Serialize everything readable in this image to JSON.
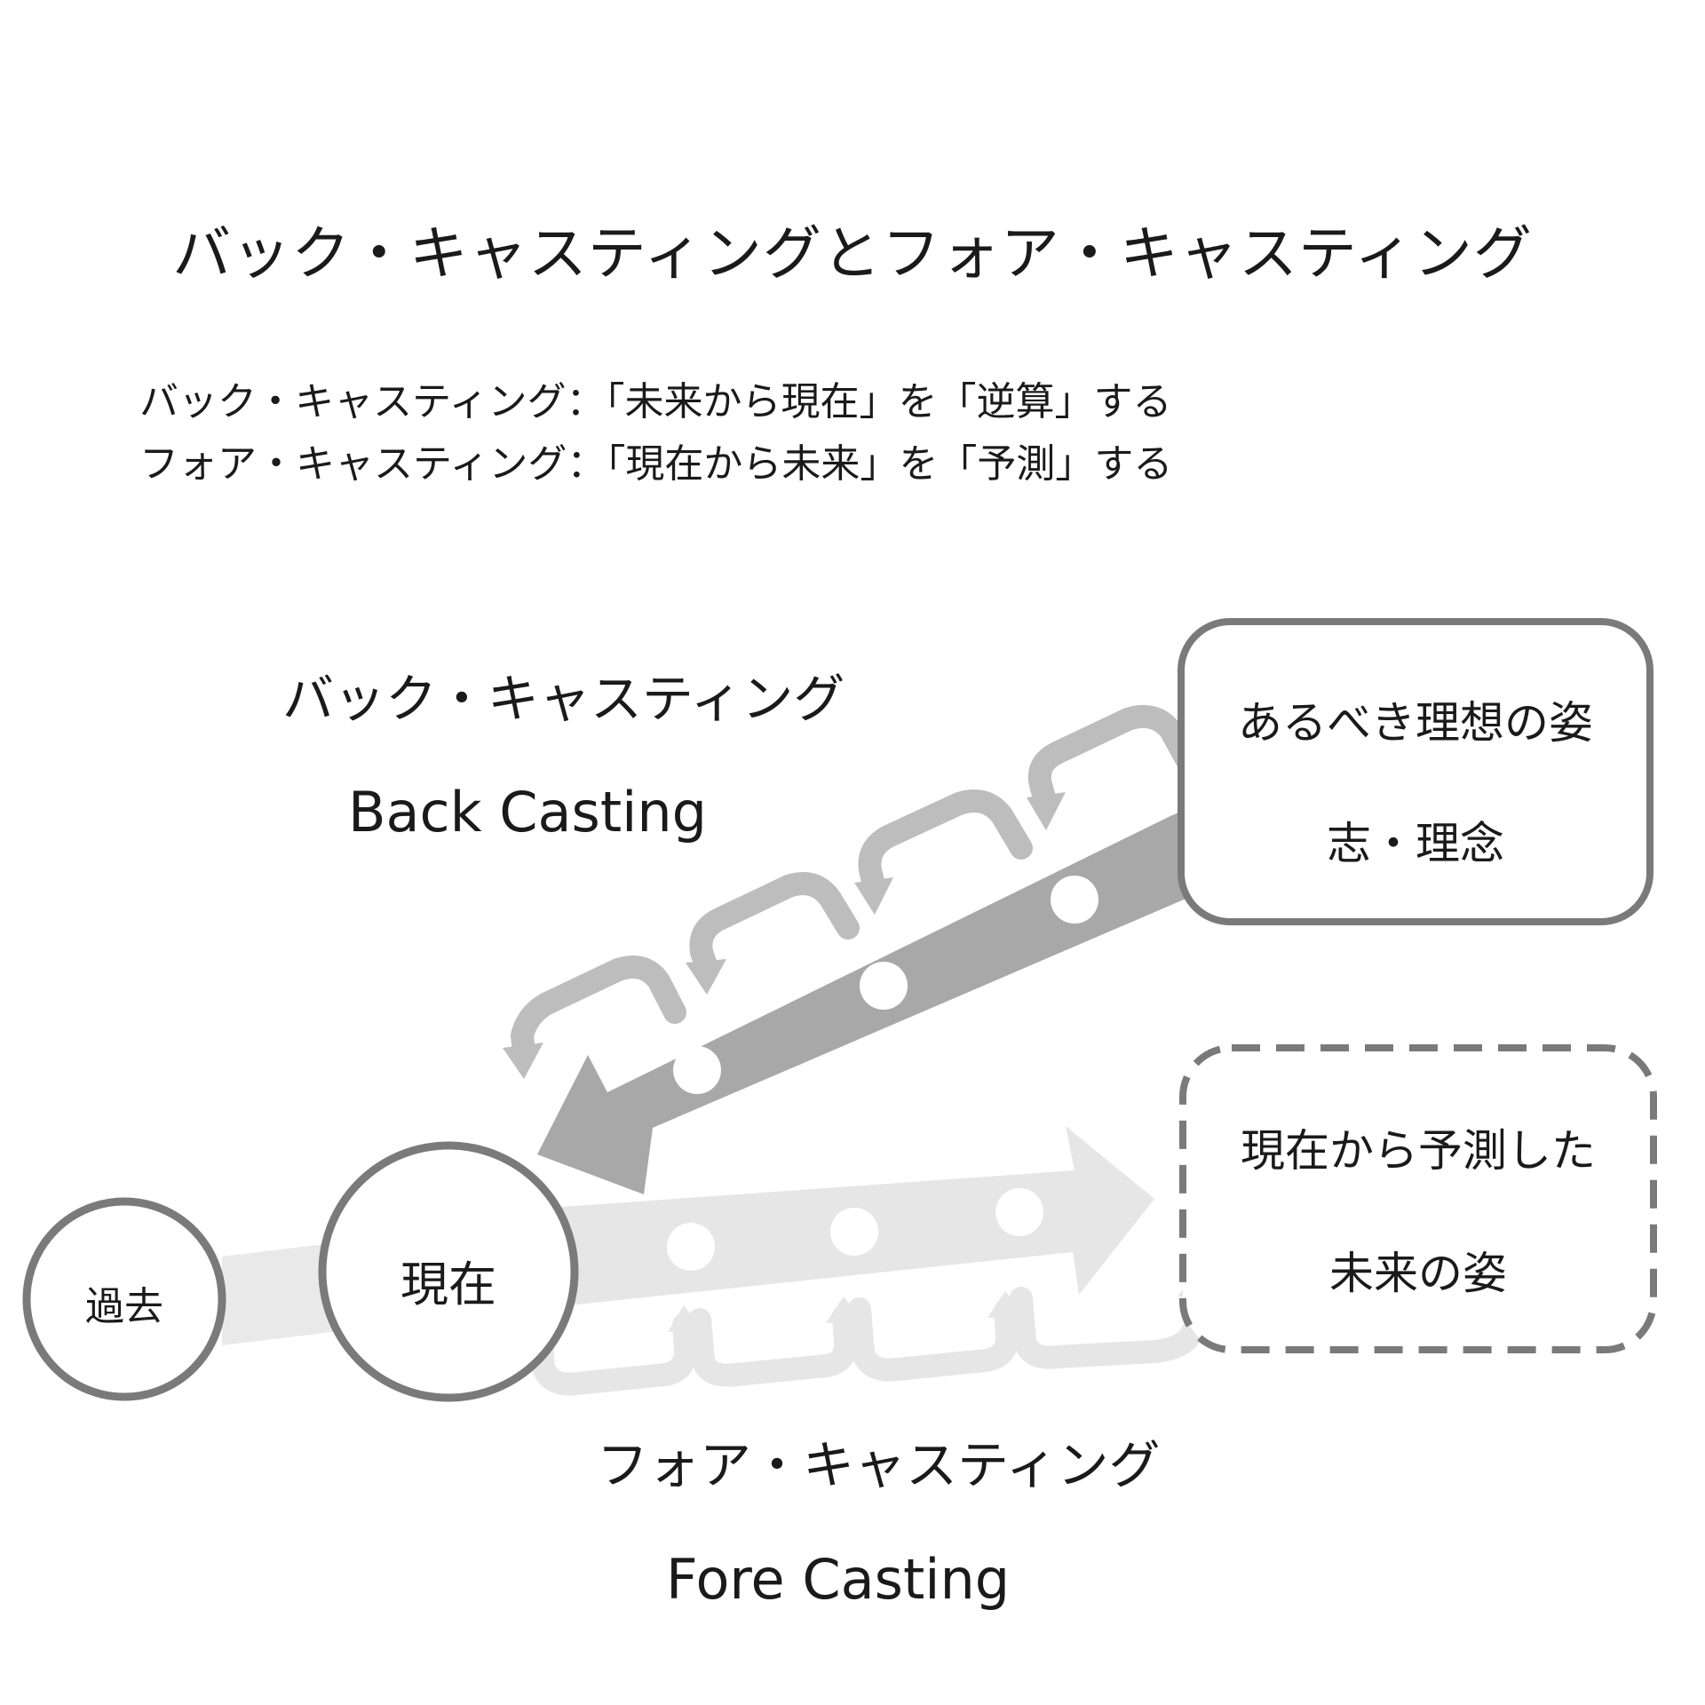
{
  "title": "バック・キャスティングとフォア・キャスティング",
  "definitions": [
    "バック・キャスティング：「未来から現在」を「逆算」する",
    "フォア・キャスティング：「現在から未来」を「予測」する"
  ],
  "back": {
    "label_jp": "バック・キャスティング",
    "label_en": "Back Casting"
  },
  "fore": {
    "label_jp": "フォア・キャスティング",
    "label_en": "Fore Casting"
  },
  "nodes": {
    "past": "過去",
    "present": "現在"
  },
  "ideal_box": {
    "line1": "あるべき理想の姿",
    "line2": "志・理念"
  },
  "forecast_box": {
    "line1": "現在から予測した",
    "line2": "未来の姿"
  },
  "colors": {
    "outline": "#7a7a7a",
    "back_arrow": "#a8a8a8",
    "back_loop": "#bdbdbd",
    "fore_arrow": "#e6e6e6",
    "timeline": "#e9e9e9"
  }
}
